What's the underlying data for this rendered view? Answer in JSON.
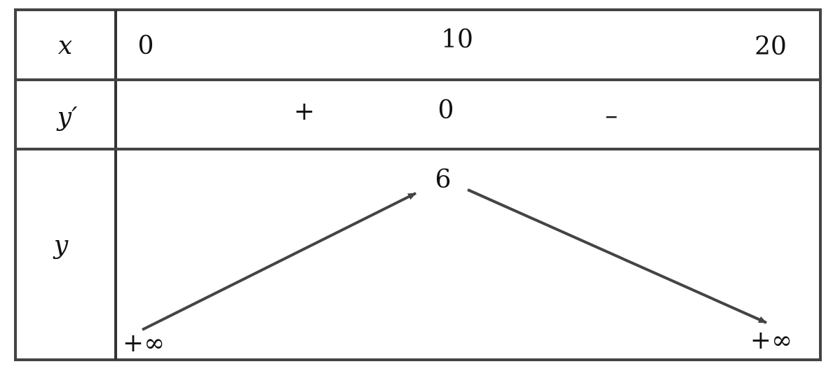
{
  "header_labels": {
    "x": "x",
    "y_prime": "y′",
    "y": "y"
  },
  "x_values": {
    "start": "0",
    "mid": "10",
    "end": "20"
  },
  "derivative": {
    "left_sign": "+",
    "mid_value": "0",
    "right_sign": "–"
  },
  "function_values": {
    "left": "+∞",
    "peak": "6",
    "right": "+∞"
  },
  "colors": {
    "line": "#444444",
    "text": "#111111"
  }
}
